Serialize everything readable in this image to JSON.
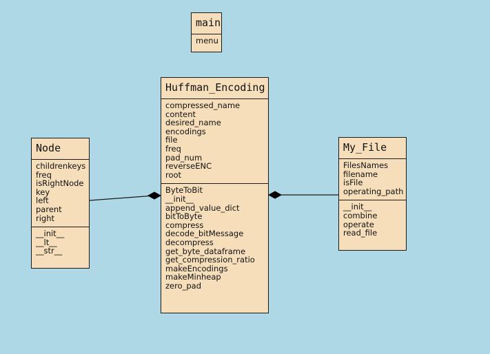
{
  "diagram": {
    "type": "uml-class-diagram",
    "background_color": "#aed8e6",
    "class_fill_color": "#f6debb",
    "border_color": "#1a1a1a",
    "text_color": "#111111",
    "classes": [
      {
        "id": "main",
        "name": "main",
        "attributes": [
          "menu"
        ],
        "methods": []
      },
      {
        "id": "huffman_encoding",
        "name": "Huffman_Encoding",
        "attributes": [
          "compressed_name",
          "content",
          "desired_name",
          "encodings",
          "file",
          "freq",
          "pad_num",
          "reverseENC",
          "root"
        ],
        "methods": [
          "ByteToBit",
          "__init__",
          "append_value_dict",
          "bitToByte",
          "compress",
          "decode_bitMessage",
          "decompress",
          "get_byte_dataframe",
          "get_compression_ratio",
          "makeEncodings",
          "makeMinheap",
          "zero_pad"
        ]
      },
      {
        "id": "node",
        "name": "Node",
        "attributes": [
          "childrenkeys",
          "freq",
          "isRightNode",
          "key",
          "left",
          "parent",
          "right"
        ],
        "methods": [
          "__init__",
          "__lt__",
          "__str__"
        ]
      },
      {
        "id": "my_file",
        "name": "My_File",
        "attributes": [
          "FilesNames",
          "filename",
          "isFile",
          "operating_path"
        ],
        "methods": [
          "__init__",
          "combine",
          "operate",
          "read_file"
        ]
      }
    ],
    "relationships": [
      {
        "id": "node-to-huffman",
        "kind": "composition",
        "from": "node",
        "to": "huffman_encoding",
        "diamond_end": "huffman_encoding"
      },
      {
        "id": "myfile-to-huffman",
        "kind": "composition",
        "from": "my_file",
        "to": "huffman_encoding",
        "diamond_end": "huffman_encoding"
      }
    ]
  }
}
